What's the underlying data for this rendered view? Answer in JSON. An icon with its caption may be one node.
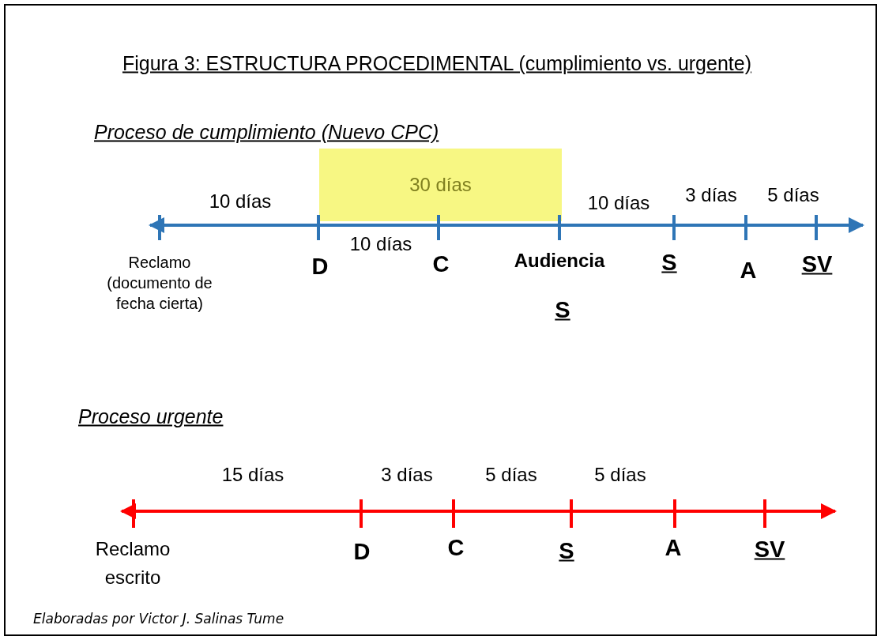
{
  "diagram": {
    "title": "Figura 3: ESTRUCTURA PROCEDIMENTAL (cumplimiento vs. urgente)",
    "caption": "Elaboradas por Victor J. Salinas Tume",
    "nodes": [
      {
        "text": [
          "30 días"
        ]
      }
    ],
    "labels": [
      "Proceso de cumplimiento (Nuevo CPC)",
      "10 días",
      "10 días",
      "3 días",
      "5 días",
      "10 días",
      "Reclamo (documento de fecha cierta)",
      "D",
      "C",
      "Audiencia",
      "S",
      "A",
      "SV",
      "S",
      "Proceso urgente",
      "15 días",
      "3 días",
      "5 días",
      "5 días",
      "Reclamo escrito",
      "D",
      "C",
      "S",
      "A",
      "SV"
    ]
  }
}
